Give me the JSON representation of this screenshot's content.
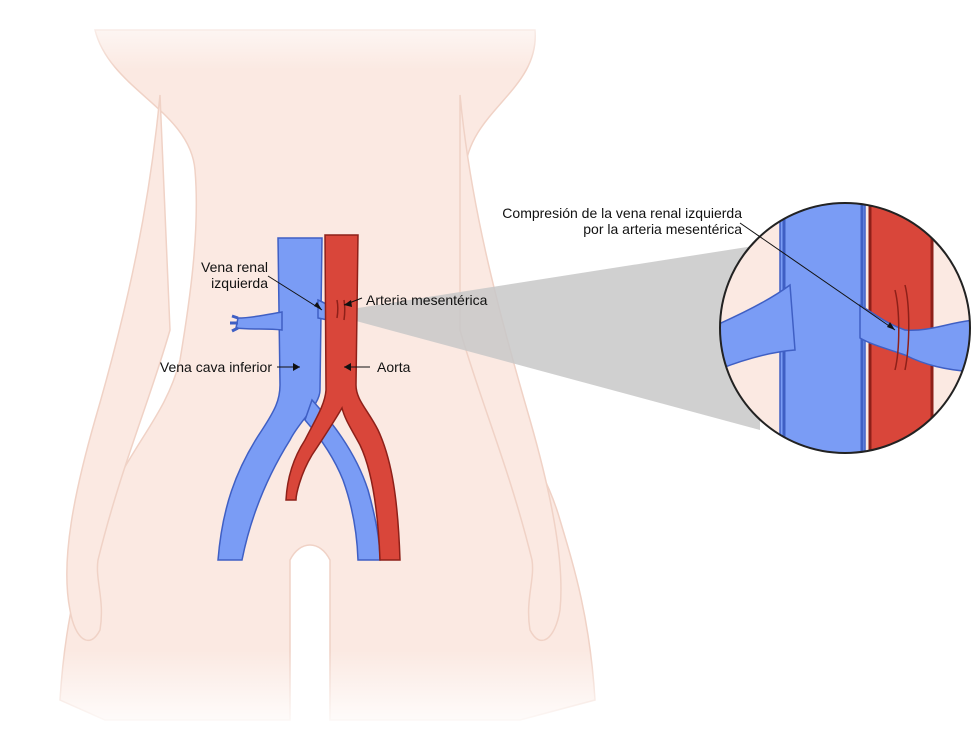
{
  "labels": {
    "vena_renal": {
      "line1": "Vena renal",
      "line2": "izquierda"
    },
    "vena_cava": "Vena cava inferior",
    "arteria_mesenterica": "Arteria mesentérica",
    "aorta": "Aorta",
    "compresion": {
      "line1": "Compresión de la vena renal izquierda",
      "line2": "por la arteria mesentérica"
    }
  },
  "colors": {
    "skin": "#fbe9e2",
    "skin_outline": "#f0d2c6",
    "vein": "#7a9cf5",
    "vein_dark": "#3f5fc4",
    "artery": "#d9463a",
    "artery_dark": "#8e2019",
    "zoom_cone": "#c8c8c8"
  },
  "icons": [
    "arrow-icon",
    "magnifier-circle-icon"
  ]
}
